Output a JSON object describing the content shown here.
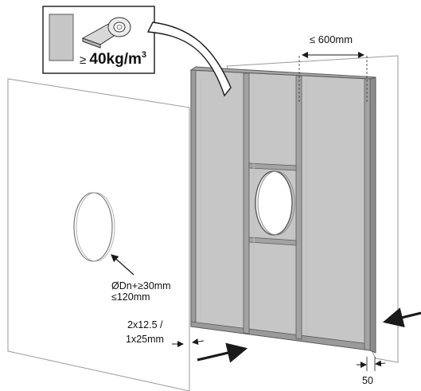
{
  "colors": {
    "panel_gray": "#c9c9c9",
    "panel_dark": "#9a9a9a",
    "frame": "#8a8a8a",
    "wall_white": "#ffffff",
    "line": "#1a1a1a"
  },
  "labels": {
    "spacing": "≤ 600mm",
    "density_prefix": "≥ ",
    "density_value": "40kg/m",
    "density_sup": "3",
    "hole_line1": "ØDn+≥30mm",
    "hole_line2": "≤120mm",
    "board_line1": "2x12.5 /",
    "board_line2": "1x25mm",
    "stud_width": "50"
  },
  "icons": [
    "mineral-wool-sample-icon",
    "insulation-roll-icon"
  ]
}
